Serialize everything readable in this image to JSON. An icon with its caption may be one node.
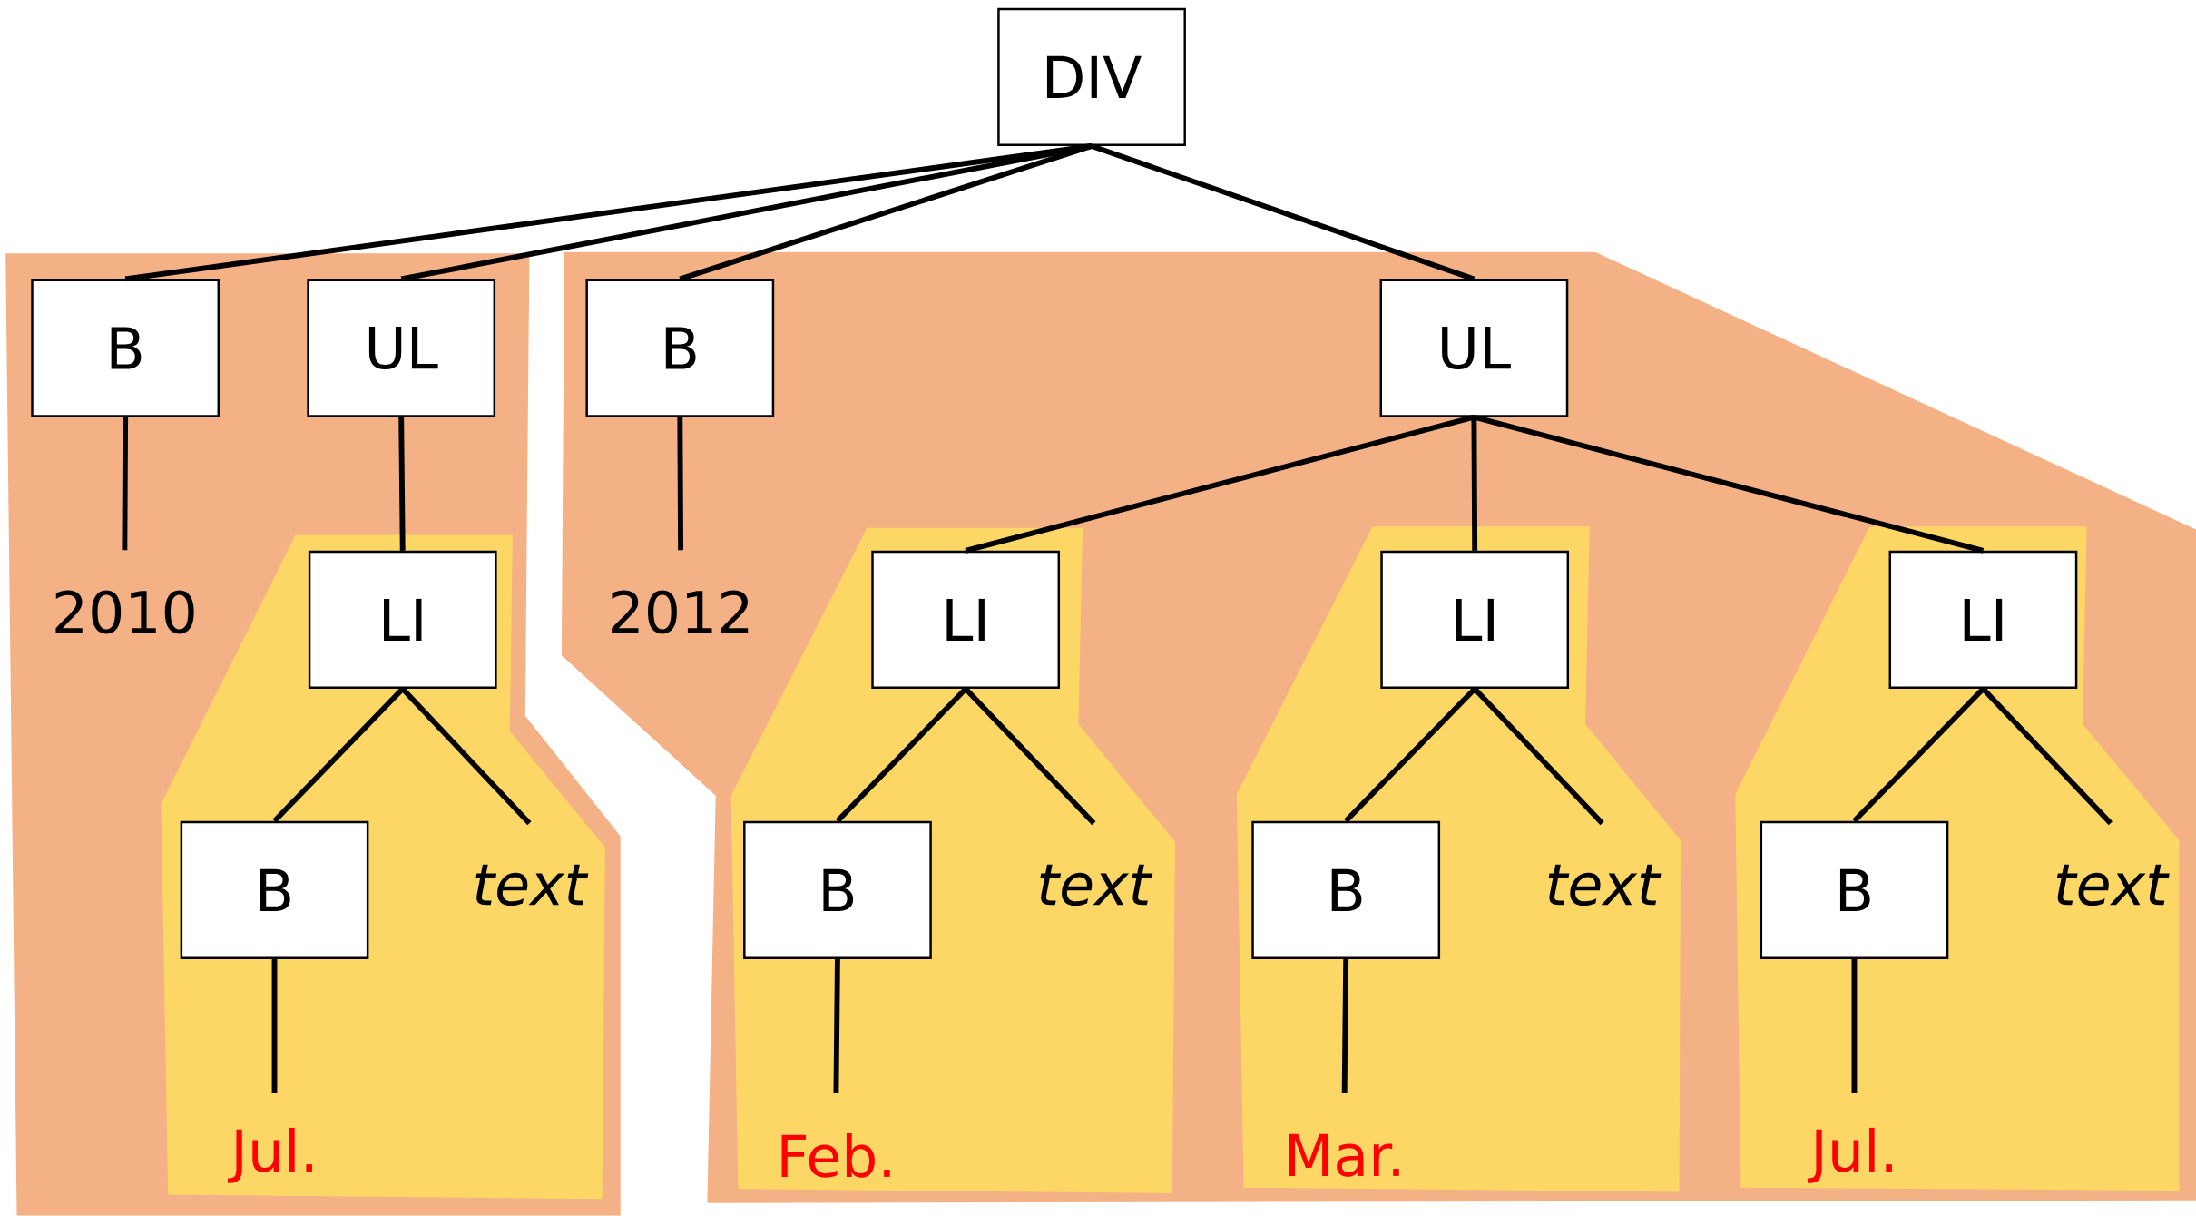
{
  "diagram": {
    "nodes": [
      {
        "text": [
          "DIV"
        ]
      },
      {
        "text": [],
        "shape": "polygon"
      },
      {
        "text": [
          "B"
        ],
        "in": 1
      },
      {
        "text": [
          "UL"
        ],
        "in": 1
      },
      {
        "text": [],
        "shape": "polygon"
      },
      {
        "text": [
          "B"
        ],
        "in": 4
      },
      {
        "text": [
          "UL"
        ],
        "in": 4
      },
      {
        "text": [
          "2010"
        ],
        "in": 1
      },
      {
        "text": [],
        "shape": "polygon",
        "in": 1
      },
      {
        "text": [
          "LI"
        ],
        "in": 8
      },
      {
        "text": [
          "2012"
        ],
        "in": 4
      },
      {
        "text": [],
        "shape": "polygon",
        "in": 4
      },
      {
        "text": [
          "LI"
        ],
        "in": 11
      },
      {
        "text": [],
        "shape": "polygon",
        "in": 4
      },
      {
        "text": [
          "LI"
        ],
        "in": 13
      },
      {
        "text": [],
        "shape": "polygon",
        "in": 4
      },
      {
        "text": [
          "LI"
        ],
        "in": 15
      },
      {
        "text": [
          "B"
        ],
        "in": 8
      },
      {
        "text": [
          "text"
        ],
        "in": 8
      },
      {
        "text": [
          "B"
        ],
        "in": 11
      },
      {
        "text": [
          "text"
        ],
        "in": 11
      },
      {
        "text": [
          "B"
        ],
        "in": 13
      },
      {
        "text": [
          "text"
        ],
        "in": 13
      },
      {
        "text": [
          "B"
        ],
        "in": 15
      },
      {
        "text": [
          "text"
        ],
        "in": 15
      },
      {
        "text": [
          "Jul."
        ],
        "in": 8
      },
      {
        "text": [
          "Feb."
        ],
        "in": 11
      },
      {
        "text": [
          "Mar."
        ],
        "in": 13
      },
      {
        "text": [
          "Jul."
        ],
        "in": 15
      }
    ],
    "edges": [
      {
        "from": 0,
        "to": 2,
        "arrow": "none"
      },
      {
        "from": 0,
        "to": 3,
        "arrow": "none"
      },
      {
        "from": 0,
        "to": 5,
        "arrow": "none"
      },
      {
        "from": 0,
        "to": 6,
        "arrow": "none"
      },
      {
        "from": 2,
        "to": 7,
        "arrow": "none"
      },
      {
        "from": 3,
        "to": 9,
        "arrow": "none"
      },
      {
        "from": 5,
        "to": 10,
        "arrow": "none"
      },
      {
        "from": 6,
        "to": 12,
        "arrow": "none"
      },
      {
        "from": 6,
        "to": 14,
        "arrow": "none"
      },
      {
        "from": 6,
        "to": 16,
        "arrow": "none"
      },
      {
        "from": 9,
        "to": 17,
        "arrow": "none"
      },
      {
        "from": 9,
        "to": 18,
        "arrow": "none"
      },
      {
        "from": 12,
        "to": 19,
        "arrow": "none"
      },
      {
        "from": 12,
        "to": 20,
        "arrow": "none"
      },
      {
        "from": 14,
        "to": 21,
        "arrow": "none"
      },
      {
        "from": 14,
        "to": 22,
        "arrow": "none"
      },
      {
        "from": 16,
        "to": 23,
        "arrow": "none"
      },
      {
        "from": 16,
        "to": 24,
        "arrow": "none"
      },
      {
        "from": 17,
        "to": 25,
        "arrow": "none"
      },
      {
        "from": 19,
        "to": 26,
        "arrow": "none"
      },
      {
        "from": 21,
        "to": 27,
        "arrow": "none"
      },
      {
        "from": 23,
        "to": 28,
        "arrow": "none"
      }
    ]
  }
}
